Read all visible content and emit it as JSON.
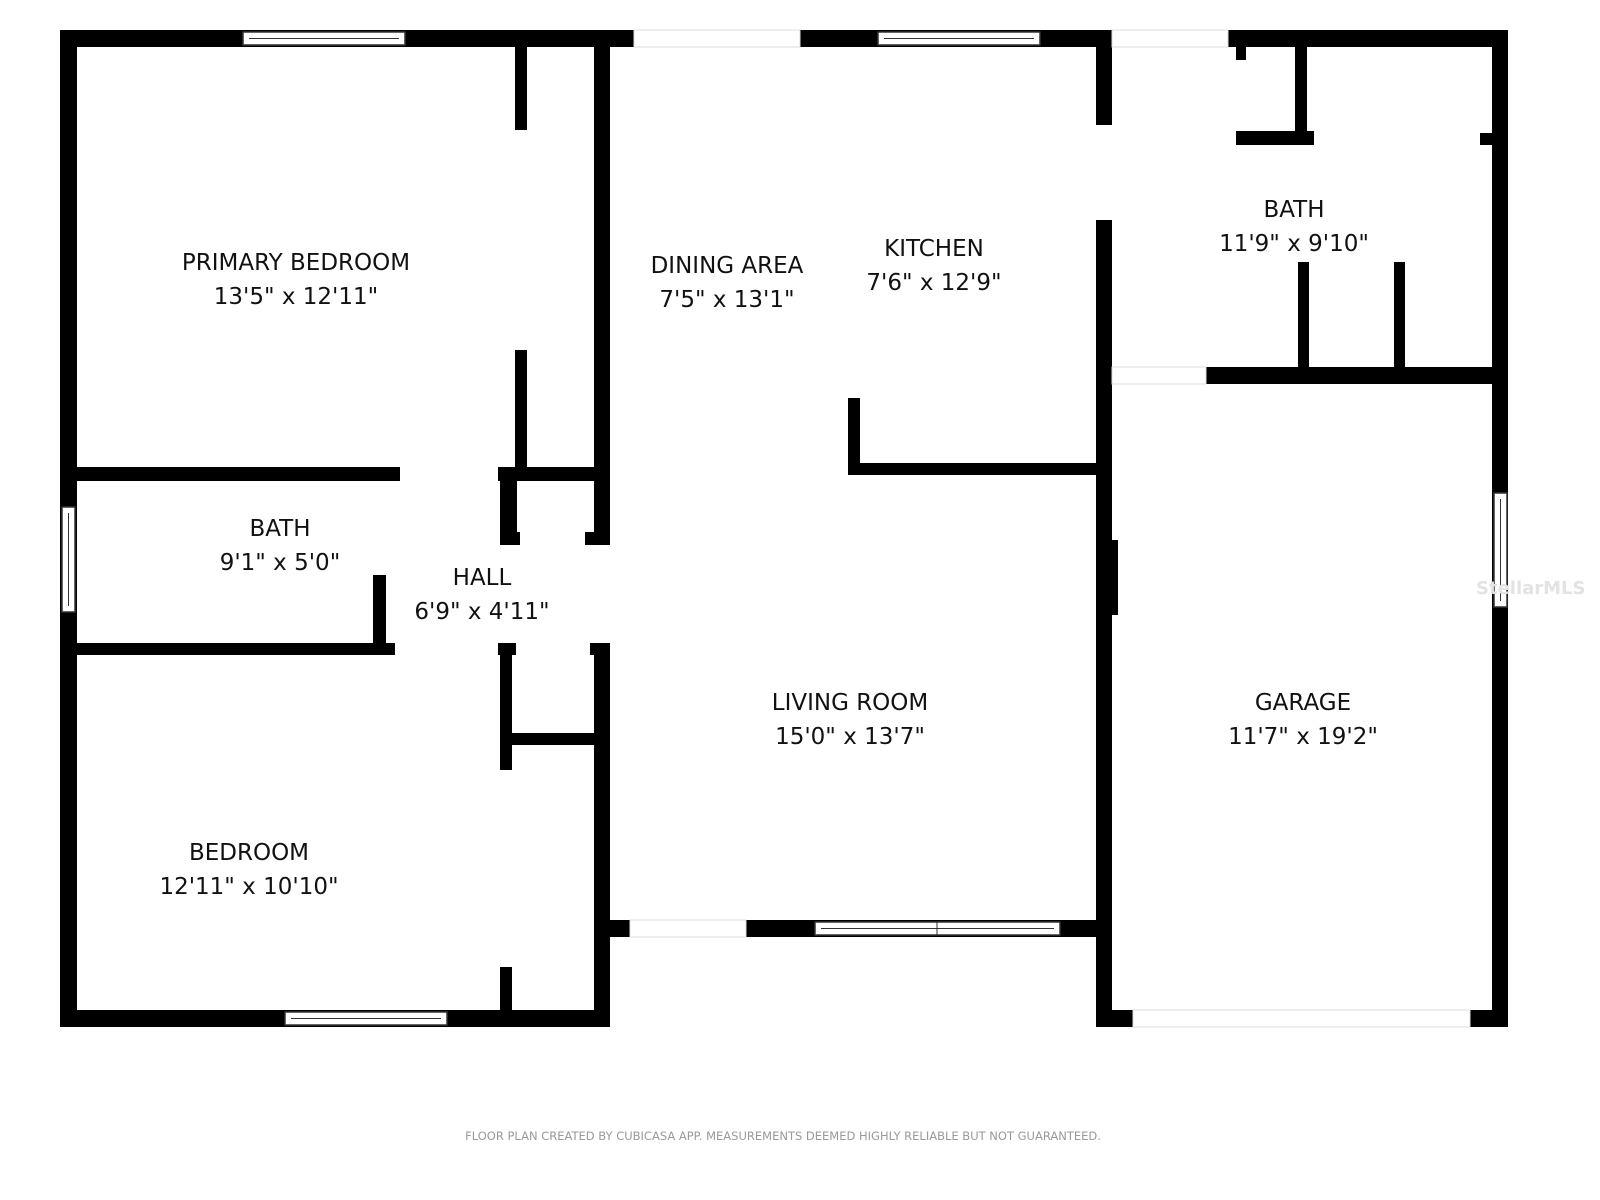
{
  "rooms": [
    {
      "name": "PRIMARY BEDROOM",
      "size": "13'5\" x 12'11\""
    },
    {
      "name": "DINING AREA",
      "size": "7'5\" x 13'1\""
    },
    {
      "name": "KITCHEN",
      "size": "7'6\" x 12'9\""
    },
    {
      "name": "BATH",
      "size": "11'9\" x 9'10\""
    },
    {
      "name": "BATH",
      "size": "9'1\" x 5'0\""
    },
    {
      "name": "HALL",
      "size": "6'9\" x 4'11\""
    },
    {
      "name": "LIVING ROOM",
      "size": "15'0\" x 13'7\""
    },
    {
      "name": "GARAGE",
      "size": "11'7\" x 19'2\""
    },
    {
      "name": "BEDROOM",
      "size": "12'11\" x 10'10\""
    }
  ],
  "footer": "FLOOR PLAN CREATED BY CUBICASA APP. MEASUREMENTS DEEMED HIGHLY RELIABLE BUT NOT GUARANTEED.",
  "watermark": "StellarMLS",
  "colors": {
    "wall": "#000000",
    "background": "#ffffff"
  }
}
